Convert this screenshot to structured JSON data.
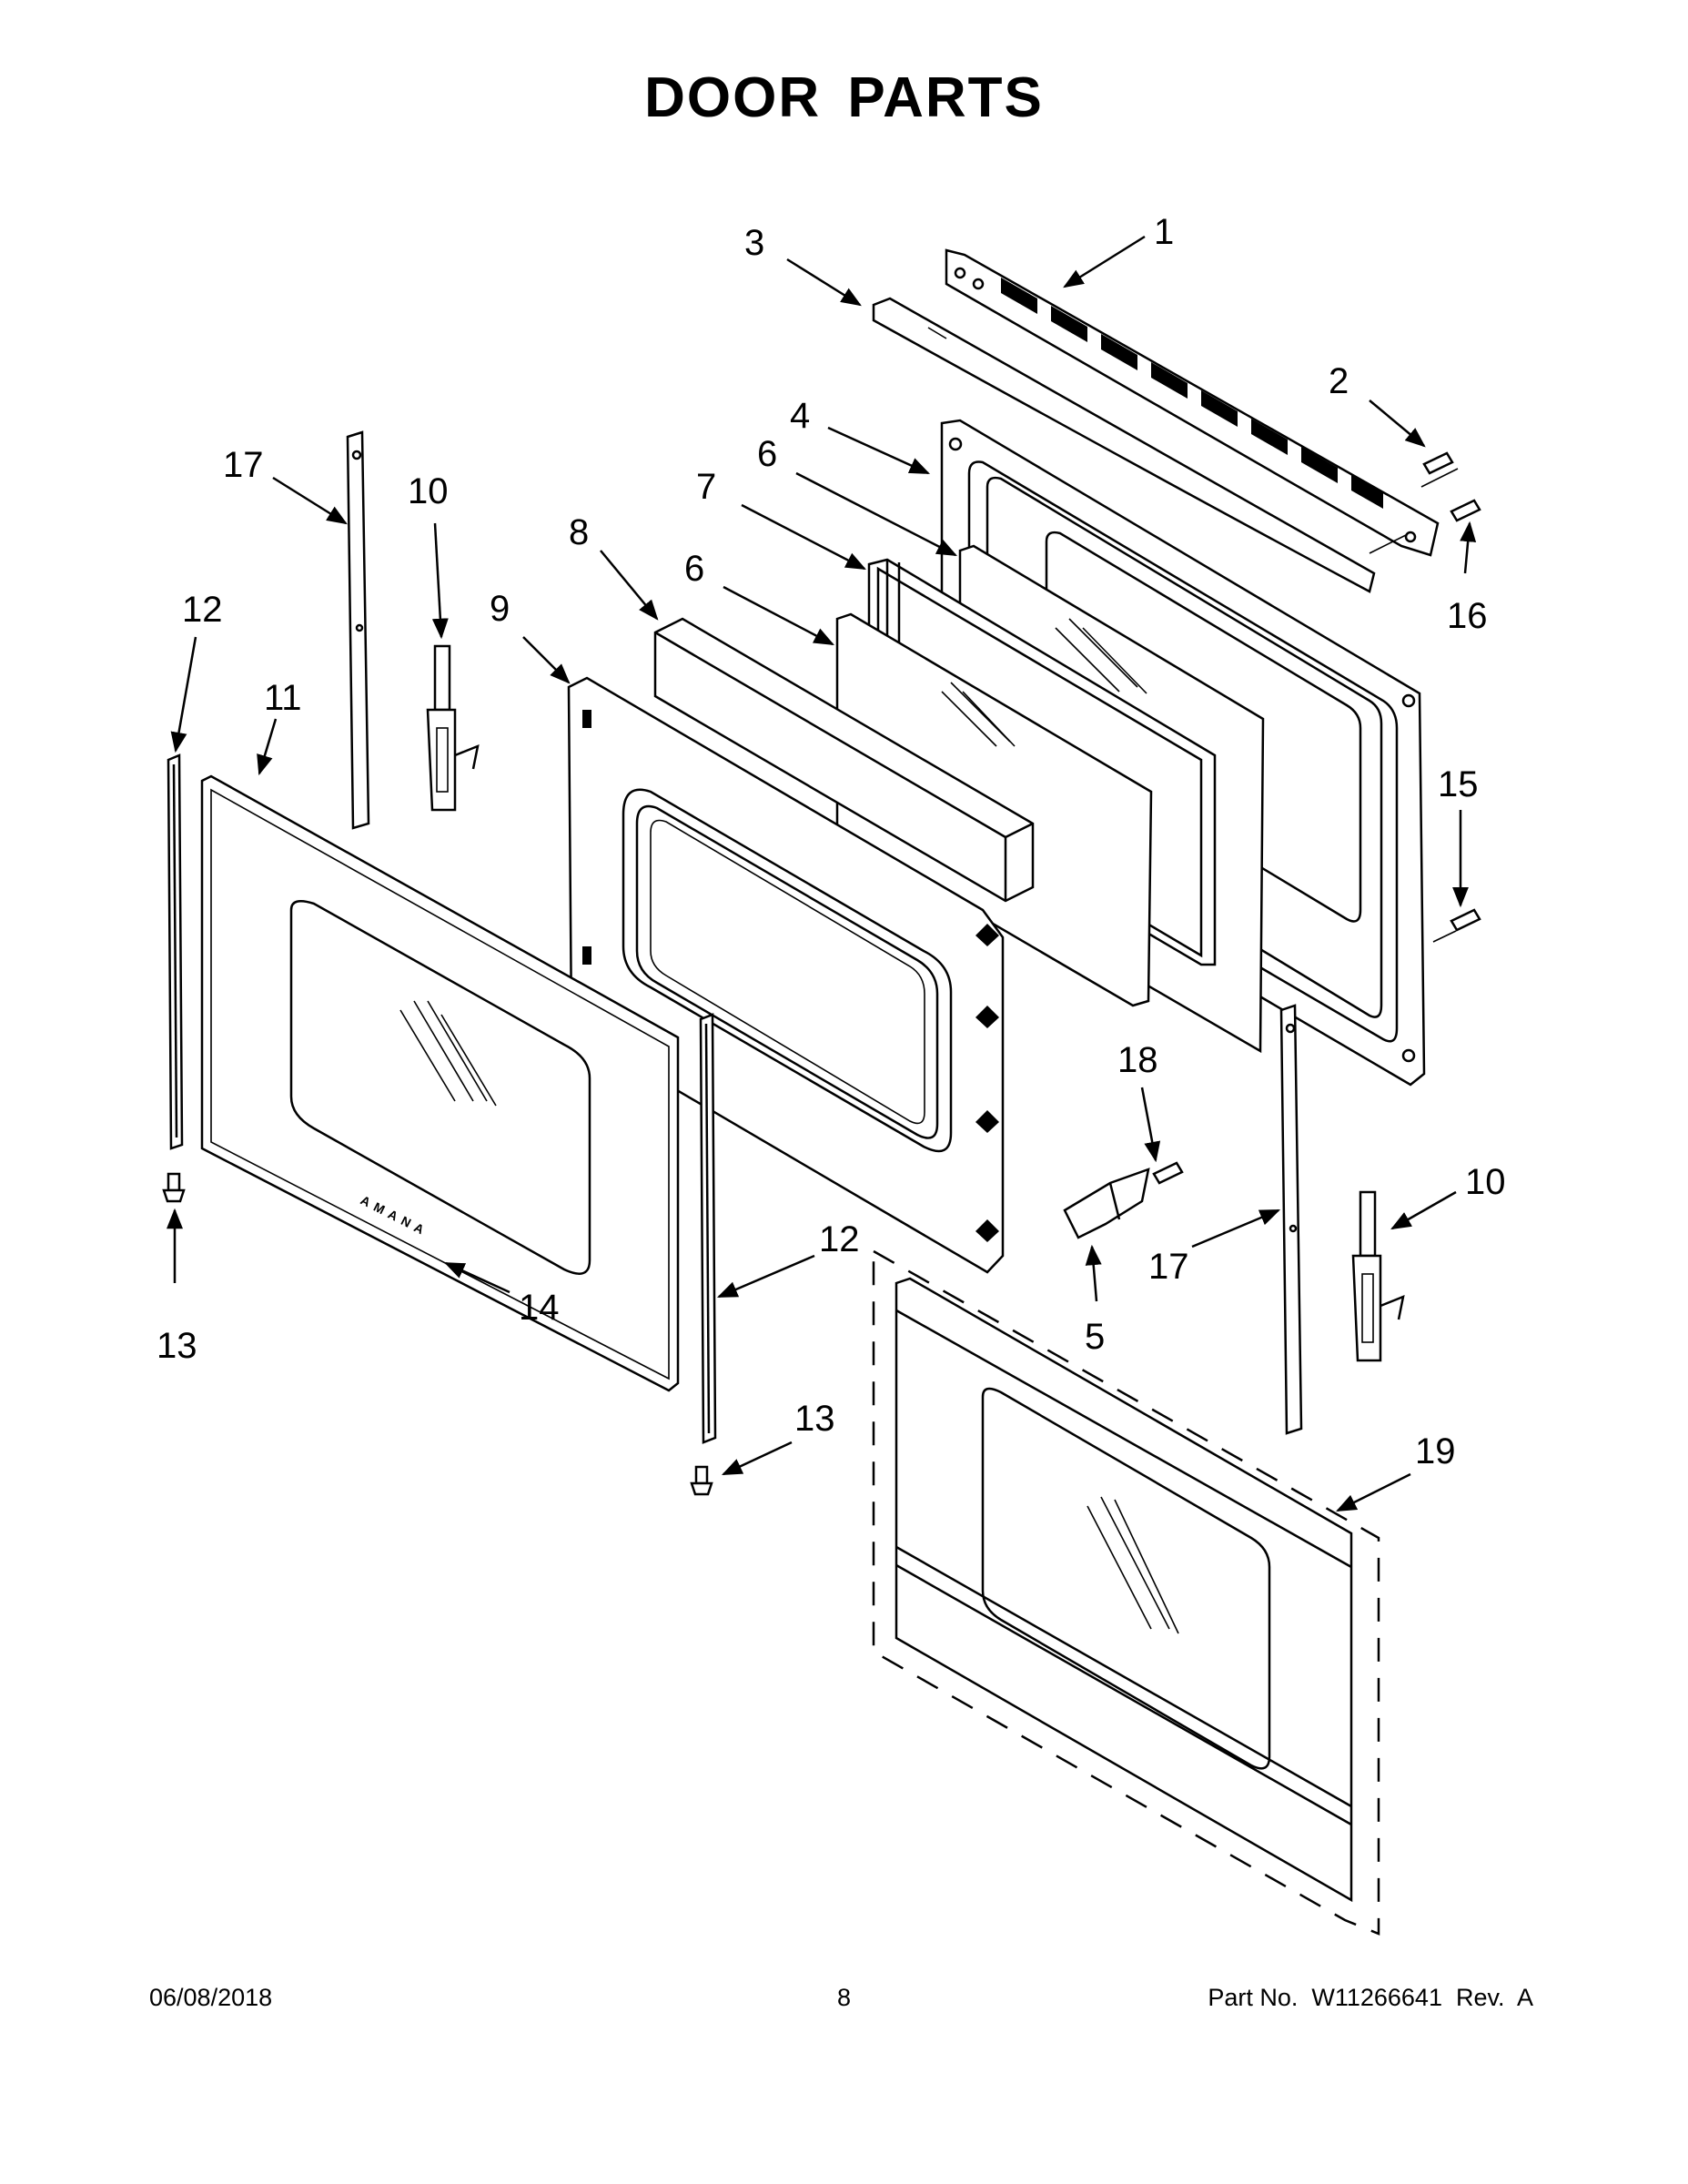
{
  "page": {
    "title": "DOOR PARTS",
    "footer": {
      "date": "06/08/2018",
      "page_number": "8",
      "part_number": "Part No.  W11266641  Rev.  A"
    }
  },
  "diagram": {
    "brand_mark_text": "AMANA",
    "callouts": [
      "1",
      "2",
      "3",
      "4",
      "6",
      "7",
      "6",
      "8",
      "9",
      "17",
      "10",
      "12",
      "11",
      "15",
      "16",
      "18",
      "10",
      "17",
      "5",
      "12",
      "14",
      "13",
      "13",
      "19"
    ]
  }
}
